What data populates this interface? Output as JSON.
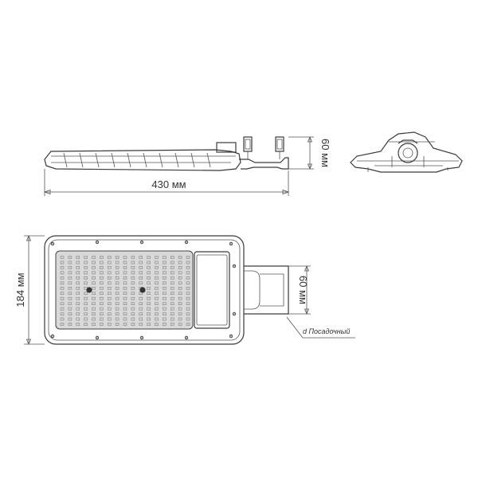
{
  "dimensions": {
    "length": "430 мм",
    "height_side": "60 мм",
    "width": "184 мм",
    "mount_width": "60 мм",
    "mount_diameter": "d Посадочный"
  },
  "led_grid": {
    "rows": 14,
    "cols": 17
  },
  "colors": {
    "line": "#3a3a3a",
    "panel": "#d9d9d9",
    "led": "#cfcfcf"
  }
}
